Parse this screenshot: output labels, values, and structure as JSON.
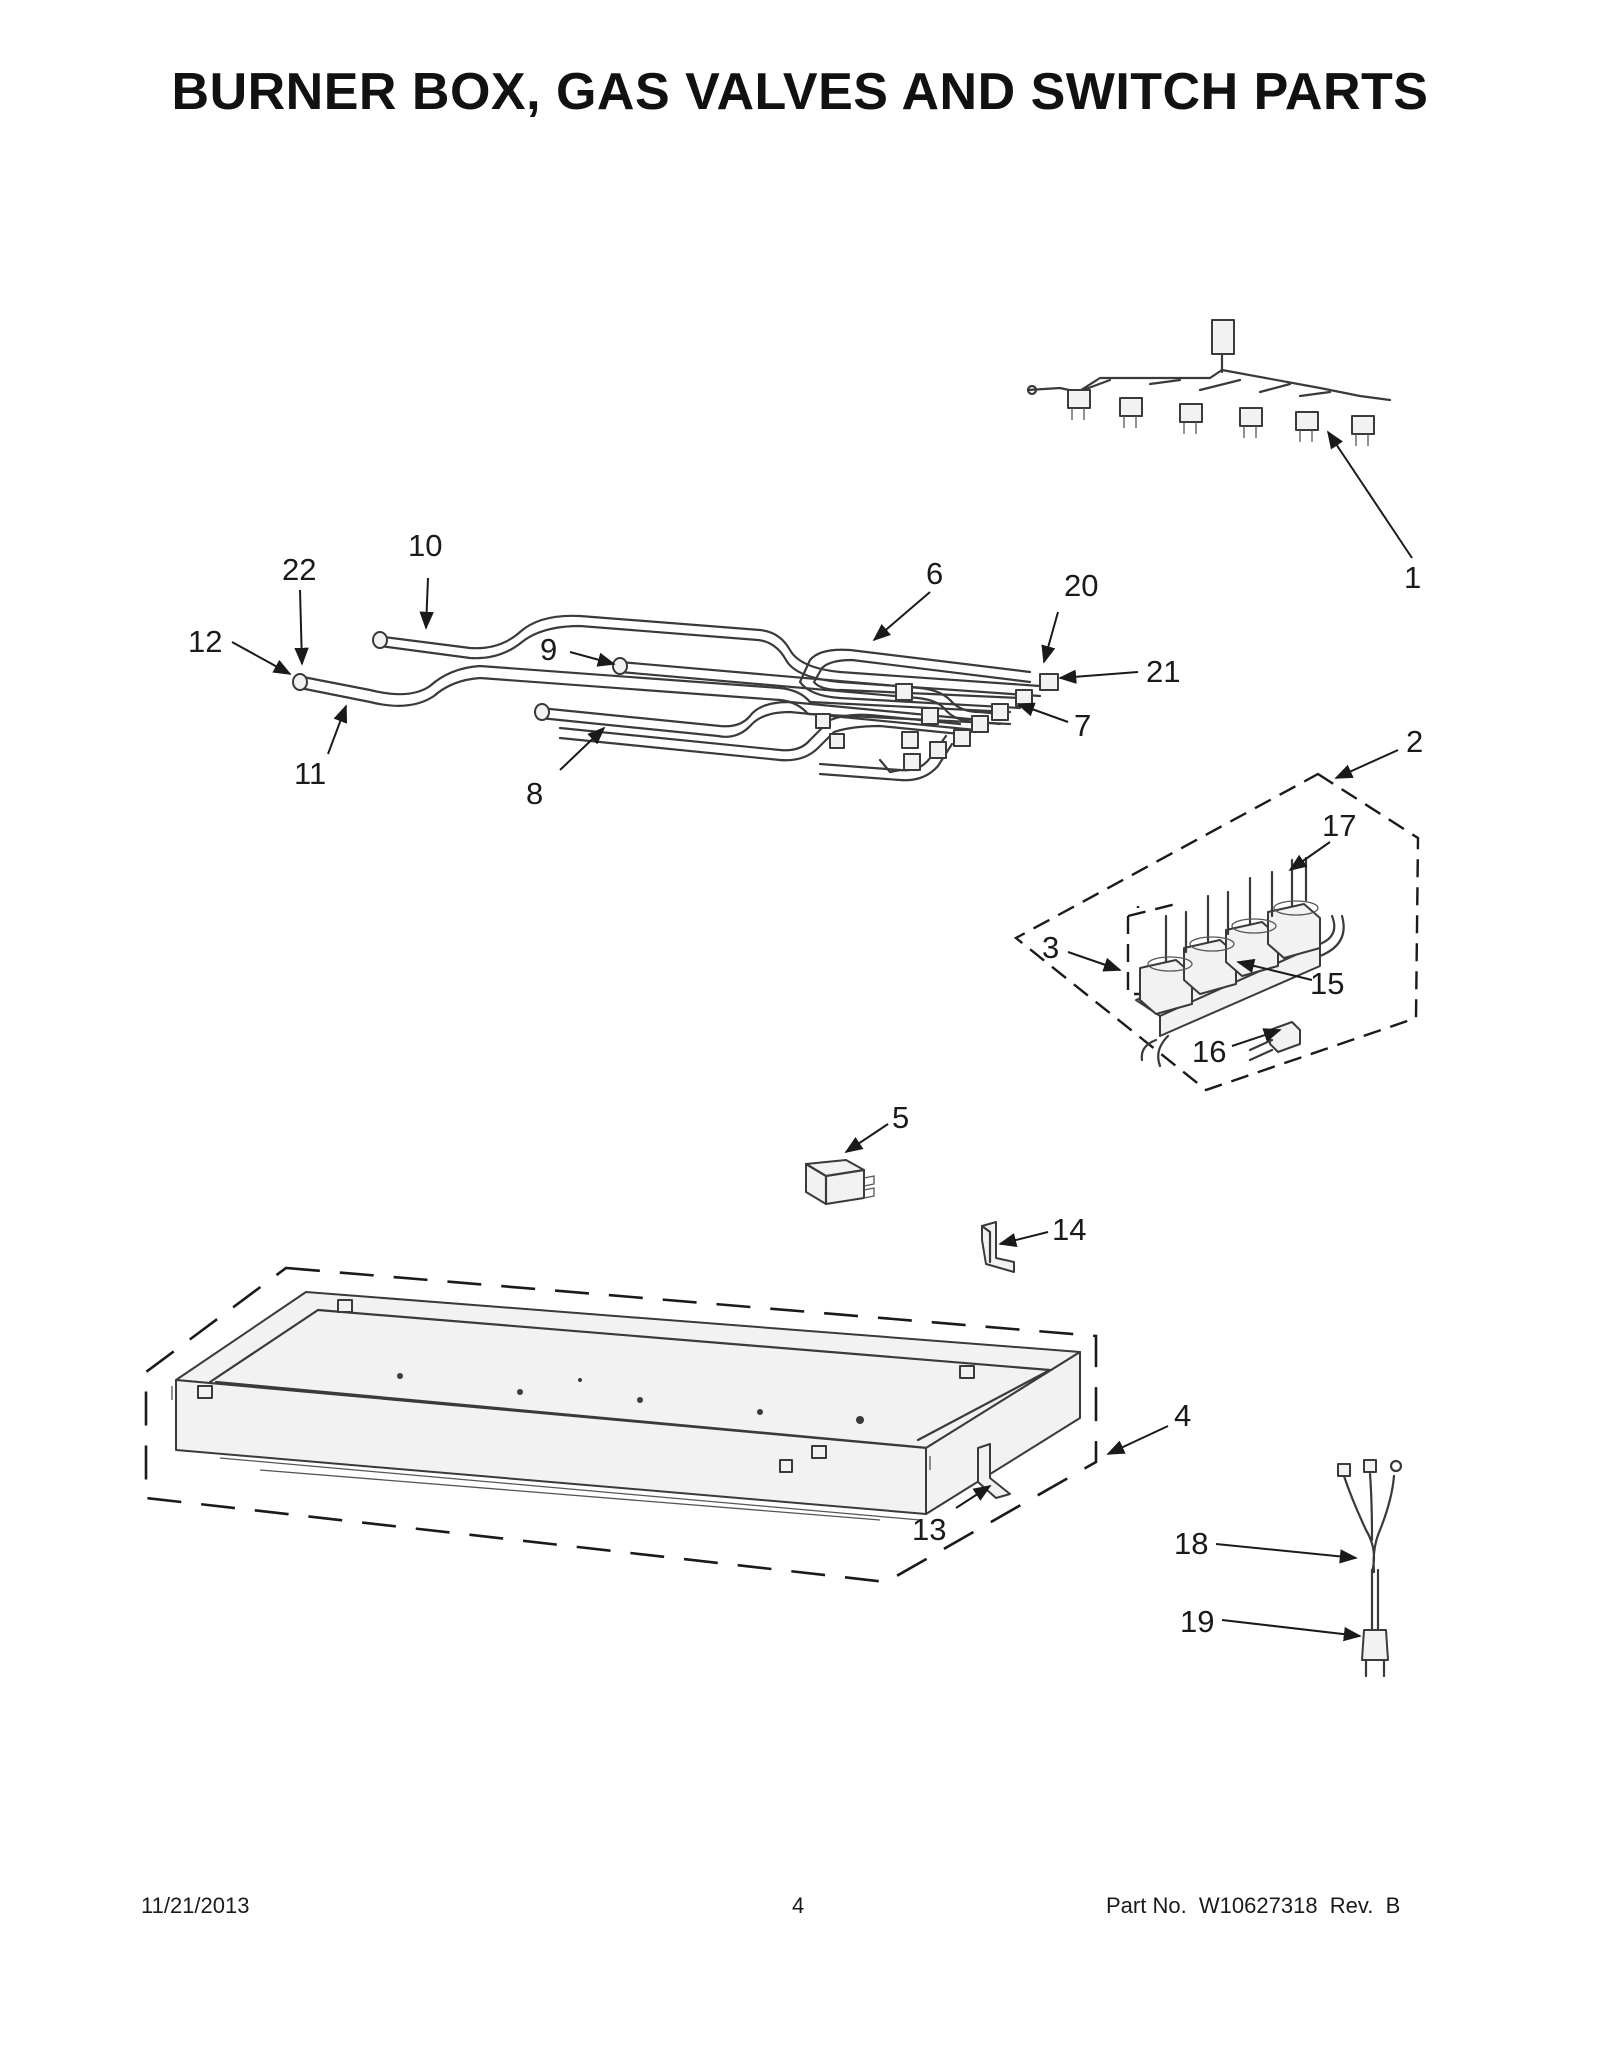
{
  "title": "BURNER BOX, GAS VALVES AND SWITCH PARTS",
  "callouts": [
    "1",
    "2",
    "3",
    "4",
    "5",
    "6",
    "7",
    "8",
    "9",
    "10",
    "11",
    "12",
    "13",
    "14",
    "15",
    "16",
    "17",
    "18",
    "19",
    "20",
    "21",
    "22"
  ],
  "footer": {
    "date": "11/21/2013",
    "page_number": "4",
    "part_no": "Part No.  W10627318  Rev.  B"
  }
}
